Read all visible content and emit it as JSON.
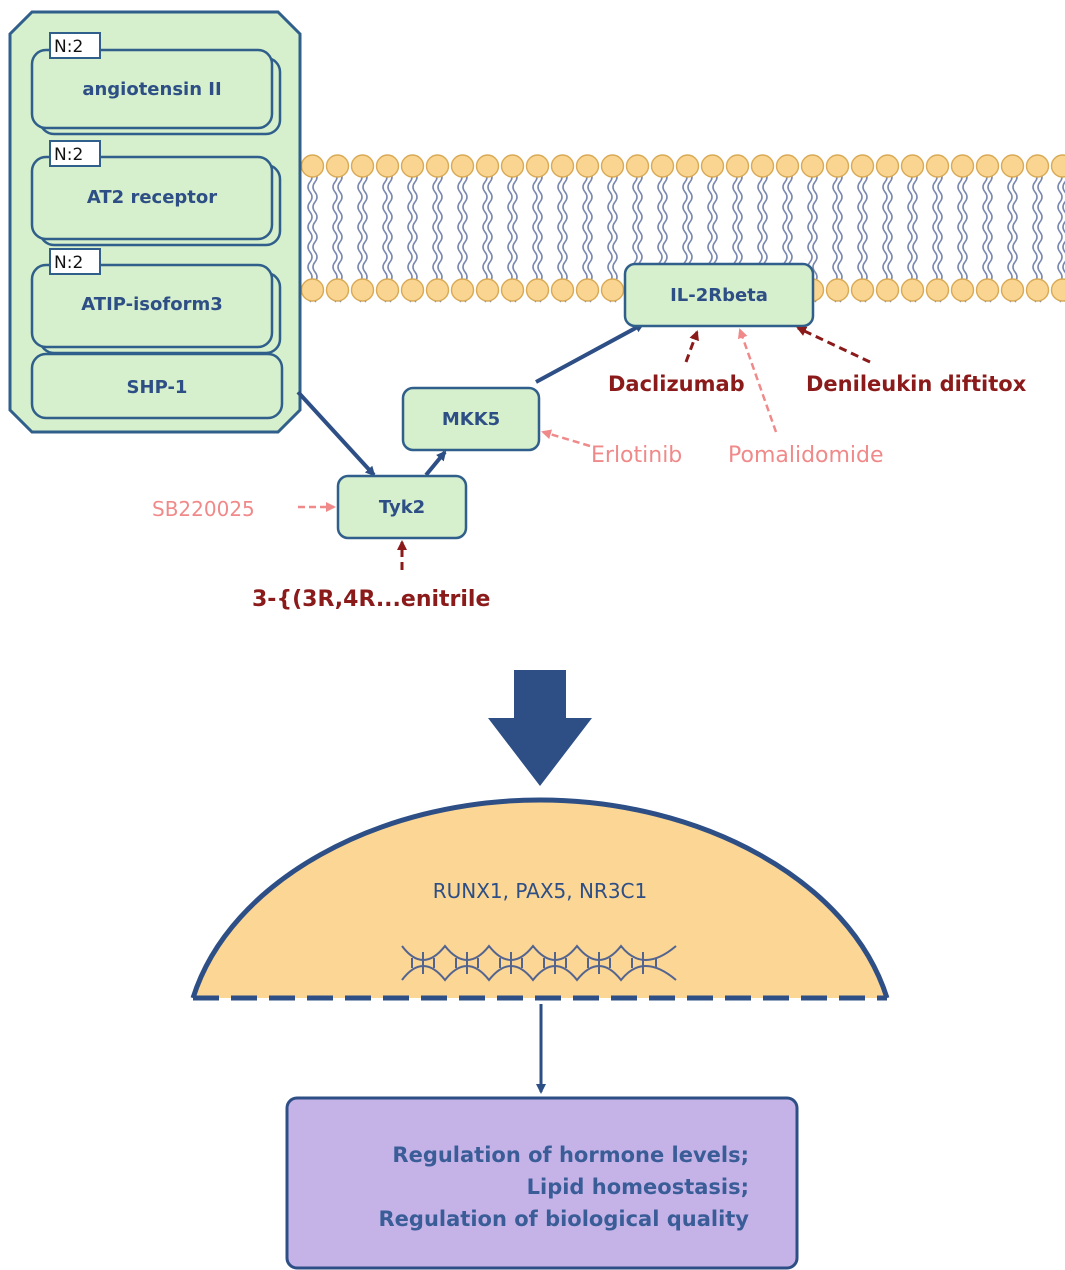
{
  "complex": {
    "members": [
      {
        "label": "angiotensin II",
        "badge": "N:2"
      },
      {
        "label": "AT2 receptor",
        "badge": "N:2"
      },
      {
        "label": "ATIP-isoform3",
        "badge": "N:2"
      },
      {
        "label": "SHP-1",
        "badge": ""
      }
    ]
  },
  "nodes": {
    "tyk2": "Tyk2",
    "mkk5": "MKK5",
    "il2rbeta": "IL-2Rbeta"
  },
  "drugs": {
    "sb220025": "SB220025",
    "compound_3r4r": "3-{(3R,4R...enitrile",
    "erlotinib": "Erlotinib",
    "pomalidomide": "Pomalidomide",
    "daclizumab": "Daclizumab",
    "denileukin": "Denileukin diftitox"
  },
  "nucleus": {
    "genes": "RUNX1, PAX5, NR3C1"
  },
  "outcome": {
    "lines": [
      "Regulation of hormone levels;",
      "Lipid homeostasis;",
      "Regulation of biological quality"
    ]
  },
  "colors": {
    "node_fill": "#d6efcc",
    "node_stroke": "#2f5f8a",
    "arrow": "#2d4f86",
    "drug_dark": "#8b1a1a",
    "drug_light": "#f08a8a",
    "nucleus_fill": "#fcd695",
    "outcome_fill": "#c5b3e8",
    "membrane_head": "#f9d591"
  },
  "icons": [
    "dna-icon",
    "membrane-bilayer"
  ]
}
